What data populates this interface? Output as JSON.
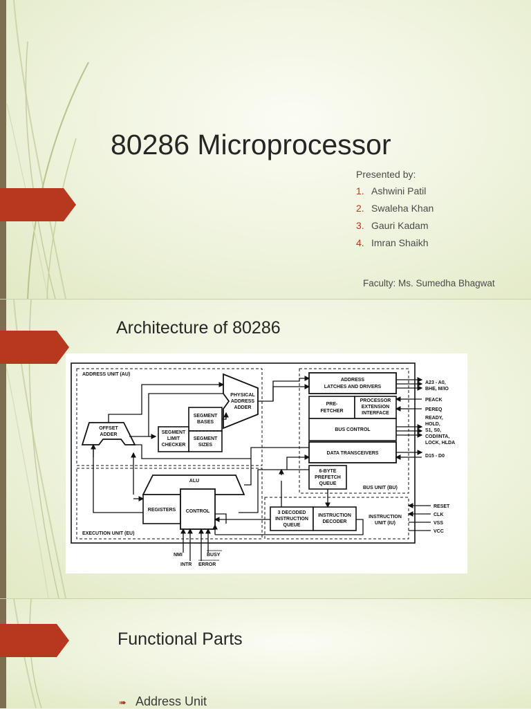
{
  "slide1": {
    "title": "80286 Microprocessor",
    "presented_by": "Presented by:",
    "presenters": [
      {
        "num": "1.",
        "name": "Ashwini Patil"
      },
      {
        "num": "2.",
        "name": "Swaleha Khan"
      },
      {
        "num": "3.",
        "name": "Gauri Kadam"
      },
      {
        "num": "4.",
        "name": "Imran Shaikh"
      }
    ],
    "faculty": "Faculty: Ms. Sumedha Bhagwat"
  },
  "slide2": {
    "title": "Architecture of 80286",
    "diagram": {
      "address_unit": "ADDRESS UNIT (AU)",
      "physical_adder": [
        "PHYSICAL",
        "ADDRESS",
        "ADDER"
      ],
      "segment_bases": [
        "SEGMENT",
        "BASES"
      ],
      "segment_sizes": [
        "SEGMENT",
        "SIZES"
      ],
      "segment_limit": [
        "SEGMENT",
        "LIMIT",
        "CHECKER"
      ],
      "offset_adder": [
        "OFFSET",
        "ADDER"
      ],
      "address_latches": [
        "ADDRESS",
        "LATCHES AND DRIVERS"
      ],
      "prefetcher": [
        "PRE-",
        "FETCHER"
      ],
      "processor_ext": [
        "PROCESSOR",
        "EXTENSION",
        "INTERFACE"
      ],
      "bus_control": "BUS CONTROL",
      "data_transceivers": "DATA TRANSCEIVERS",
      "prefetch_queue": [
        "6-BYTE",
        "PREFETCH",
        "QUEUE"
      ],
      "bus_unit": "BUS UNIT (BU)",
      "alu": "ALU",
      "registers": "REGISTERS",
      "control": "CONTROL",
      "decoded_queue": [
        "3 DECODED",
        "INSTRUCTION",
        "QUEUE"
      ],
      "instruction_decoder": [
        "INSTRUCTION",
        "DECODER"
      ],
      "instruction_unit": [
        "INSTRUCTION",
        "UNIT (IU)"
      ],
      "execution_unit": "EXECUTION UNIT (EU)",
      "signals_right": {
        "addr": "A23 - A0,",
        "bhe": "BHE, M/IO",
        "peack": "PEACK",
        "pereq": "PEREQ",
        "ready": "READY,",
        "hold": "HOLD,",
        "s1s0": "S1, S0,",
        "cod": "COD/INTA,",
        "lock": "LOCK, HLDA",
        "data": "D15 - D0"
      },
      "signals_iu": [
        "RESET",
        "CLK",
        "VSS",
        "VCC"
      ],
      "signals_bottom": [
        "NMI",
        "BUSY",
        "INTR",
        "ERROR"
      ]
    }
  },
  "slide3": {
    "title": "Functional Parts",
    "bullets": [
      "Address Unit"
    ]
  },
  "colors": {
    "accent": "#b7381e",
    "leftbar": "#7d6e52",
    "background": "#eef3dc"
  }
}
